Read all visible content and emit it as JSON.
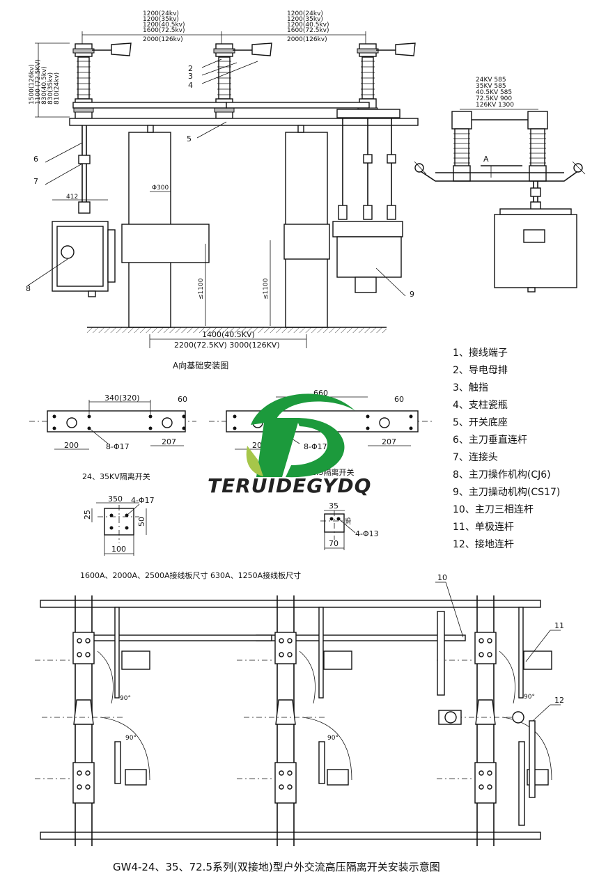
{
  "top_dims": {
    "span1": [
      "1200(24kv)",
      "1200(35kv)",
      "1200(40.5kv)",
      "1600(72.5kv)",
      "2000(126kv)"
    ],
    "span2": [
      "1200(24kv)",
      "1200(35kv)",
      "1200(40.5kv)",
      "1600(72.5kv)",
      "2000(126kv)"
    ],
    "height": [
      "1500(126kv)",
      "1100 (72.5KV)",
      "830(40.5kv)",
      "830(35kv)",
      "810(24kv)"
    ],
    "width412": "412",
    "pillar": "Φ300",
    "h1": "≤1100",
    "h2": "≤1100",
    "base1": "1400(40.5KV)",
    "base2": "2200(72.5KV)  3000(126KV)"
  },
  "callouts": [
    "2",
    "3",
    "4",
    "5",
    "6",
    "7",
    "8",
    "9",
    "10",
    "11",
    "12"
  ],
  "side_view": {
    "dims": [
      "24KV 585",
      "35KV 585",
      "40.5KV 585",
      "72.5KV 900",
      "126KV 1300"
    ],
    "arrow": "A"
  },
  "caption_a": "A向基础安装图",
  "plate_left": {
    "top": "340(320)",
    "right": "60",
    "bottom_left": "200",
    "bottom_right": "207",
    "hole": "8-Φ17",
    "caption": "24、35KV隔离开关"
  },
  "plate_right": {
    "top": "660",
    "right": "60",
    "bottom_left": "200",
    "bottom_right": "207",
    "hole": "8-Φ17",
    "caption": "72.5隔离开关"
  },
  "terminal_left": {
    "w1": "350",
    "hole": "4-Φ17",
    "h1": "25",
    "h2": "50",
    "w2": "100"
  },
  "terminal_right": {
    "w1": "35",
    "hole": "4-Φ13",
    "h1": "35",
    "w2": "70"
  },
  "terminal_caption": "1600A、2000A、2500A接线板尺寸   630A、1250A接线板尺寸",
  "logo_text": "TERUIDEGYDQ",
  "legend": [
    "1、接线端子",
    "2、导电母排",
    "3、触指",
    "4、支柱瓷瓶",
    "5、开关底座",
    "6、主刀垂直连杆",
    "7、连接头",
    "8、主刀操作机构(CJ6)",
    "9、主刀操动机构(CS17)",
    "10、主刀三相连杆",
    "11、单极连杆",
    "12、接地连杆"
  ],
  "angles": [
    "90°",
    "90°",
    "90°",
    "90°"
  ],
  "bottom_title": "GW4-24、35、72.5系列(双接地)型户外交流高压隔离开关安装示意图",
  "colors": {
    "logo_green": "#1c9a3c",
    "logo_lime": "#a6c64a",
    "ink": "#111111"
  }
}
